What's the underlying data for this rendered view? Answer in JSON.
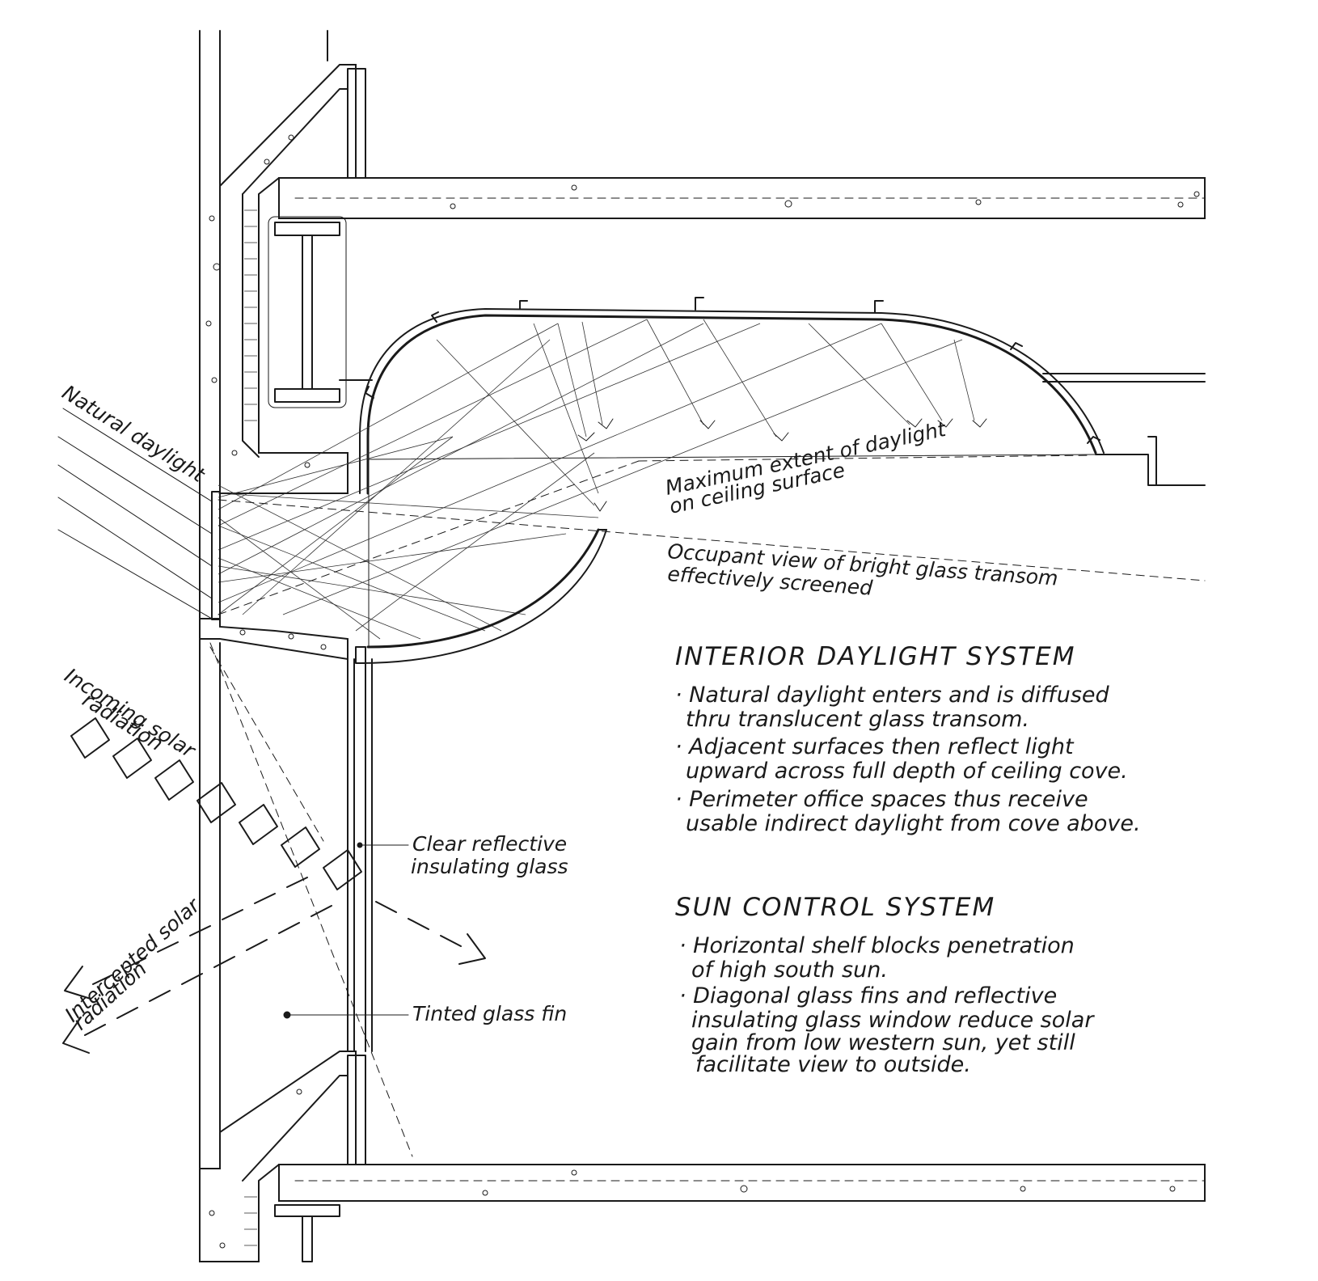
{
  "labels": {
    "natural_daylight": "Natural daylight",
    "max_extent_line1": "Maximum extent of daylight",
    "max_extent_line2": "on ceiling surface",
    "occupant_line1": "Occupant view of bright glass transom",
    "occupant_line2": "effectively screened",
    "incoming_line1": "Incoming solar",
    "incoming_line2": "radiation",
    "intercepted_line1": "Intercepted solar",
    "intercepted_line2": "radiation",
    "clear_glass_line1": "Clear reflective",
    "clear_glass_line2": "insulating glass",
    "tinted_fin": "Tinted glass fin"
  },
  "interior_system": {
    "heading": "INTERIOR  DAYLIGHT  SYSTEM",
    "lines": [
      "· Natural daylight enters and is diffused",
      "thru translucent glass transom.",
      "· Adjacent surfaces then reflect light",
      "upward across full depth of ceiling cove.",
      "· Perimeter office spaces thus receive",
      "usable indirect daylight from cove above."
    ]
  },
  "sun_control_system": {
    "heading": "SUN  CONTROL  SYSTEM",
    "lines": [
      "· Horizontal shelf blocks penetration",
      "of high south sun.",
      "· Diagonal glass fins and reflective",
      "insulating glass window reduce solar",
      "gain from low western sun, yet still",
      "facilitate view to outside."
    ]
  }
}
